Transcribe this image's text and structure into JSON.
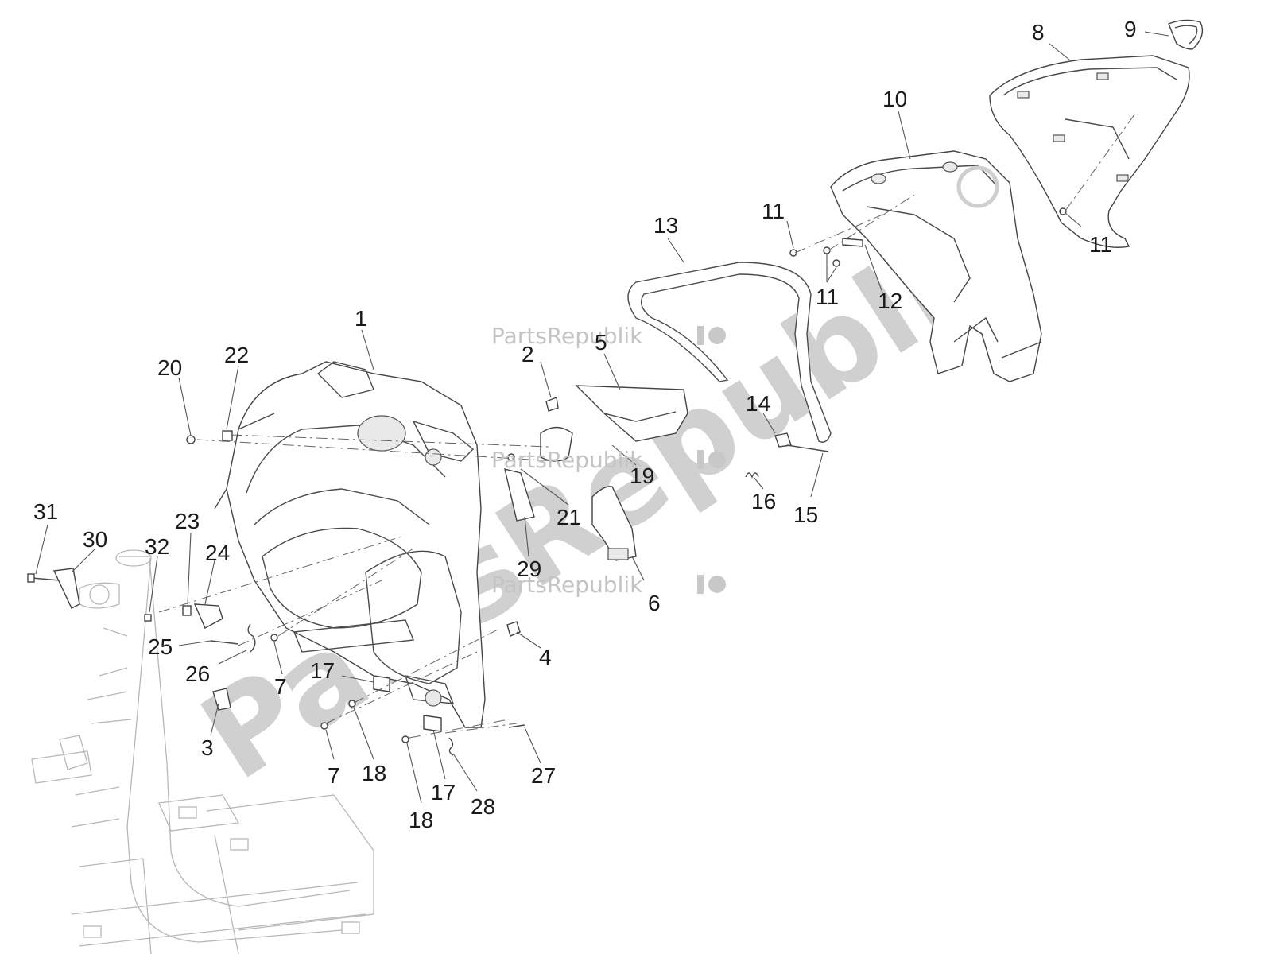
{
  "diagram": {
    "watermarks": {
      "small_text": "PartsRepublik",
      "large_text": "PartsRepublik"
    },
    "callouts": [
      {
        "id": "c1",
        "label": "1"
      },
      {
        "id": "c2",
        "label": "2"
      },
      {
        "id": "c3",
        "label": "3"
      },
      {
        "id": "c4",
        "label": "4"
      },
      {
        "id": "c5",
        "label": "5"
      },
      {
        "id": "c6",
        "label": "6"
      },
      {
        "id": "c7a",
        "label": "7"
      },
      {
        "id": "c7b",
        "label": "7"
      },
      {
        "id": "c8",
        "label": "8"
      },
      {
        "id": "c9",
        "label": "9"
      },
      {
        "id": "c10",
        "label": "10"
      },
      {
        "id": "c11a",
        "label": "11"
      },
      {
        "id": "c11b",
        "label": "11"
      },
      {
        "id": "c11c",
        "label": "11"
      },
      {
        "id": "c12",
        "label": "12"
      },
      {
        "id": "c13",
        "label": "13"
      },
      {
        "id": "c14",
        "label": "14"
      },
      {
        "id": "c15",
        "label": "15"
      },
      {
        "id": "c16",
        "label": "16"
      },
      {
        "id": "c17a",
        "label": "17"
      },
      {
        "id": "c17b",
        "label": "17"
      },
      {
        "id": "c18a",
        "label": "18"
      },
      {
        "id": "c18b",
        "label": "18"
      },
      {
        "id": "c19",
        "label": "19"
      },
      {
        "id": "c20",
        "label": "20"
      },
      {
        "id": "c21",
        "label": "21"
      },
      {
        "id": "c22",
        "label": "22"
      },
      {
        "id": "c23",
        "label": "23"
      },
      {
        "id": "c24",
        "label": "24"
      },
      {
        "id": "c25",
        "label": "25"
      },
      {
        "id": "c26",
        "label": "26"
      },
      {
        "id": "c27",
        "label": "27"
      },
      {
        "id": "c28",
        "label": "28"
      },
      {
        "id": "c29",
        "label": "29"
      },
      {
        "id": "c30",
        "label": "30"
      },
      {
        "id": "c31",
        "label": "31"
      },
      {
        "id": "c32",
        "label": "32"
      }
    ]
  }
}
